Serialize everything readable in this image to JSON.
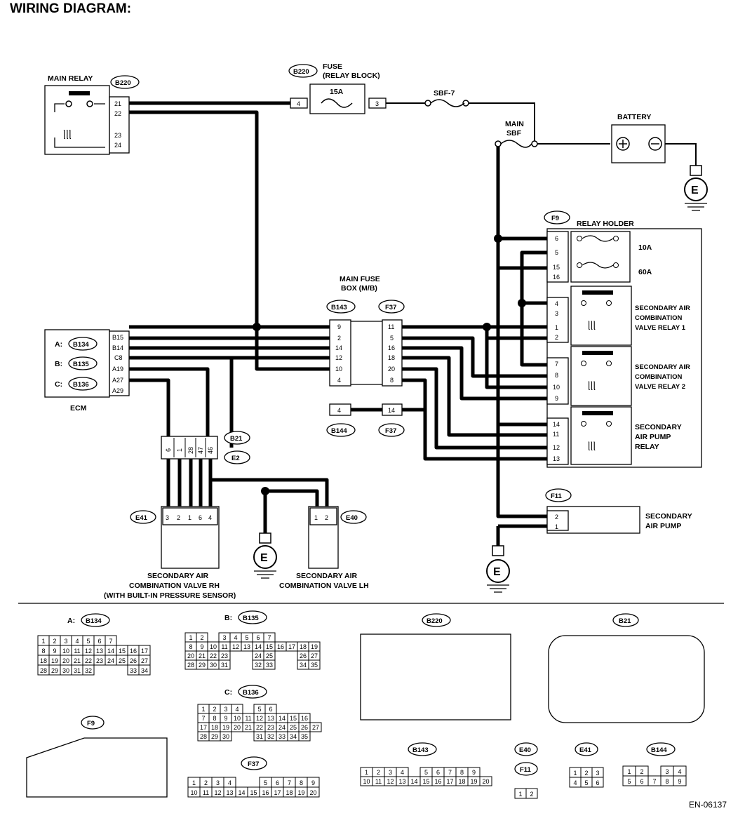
{
  "title": "WIRING DIAGRAM:",
  "doc_code": "EN-06137",
  "components": {
    "main_relay": "MAIN RELAY",
    "fuse_title": "FUSE",
    "fuse_sub": "(RELAY BLOCK)",
    "fuse_rating": "15A",
    "sbf7": "SBF-7",
    "main_sbf_1": "MAIN",
    "main_sbf_2": "SBF",
    "battery": "BATTERY",
    "relay_holder": "RELAY HOLDER",
    "fuse_10a": "10A",
    "fuse_60a": "60A",
    "relay1_l1": "SECONDARY AIR",
    "relay1_l2": "COMBINATION",
    "relay1_l3": "VALVE RELAY 1",
    "relay2_l1": "SECONDARY AIR",
    "relay2_l2": "COMBINATION",
    "relay2_l3": "VALVE RELAY 2",
    "pump_relay_l1": "SECONDARY",
    "pump_relay_l2": "AIR PUMP",
    "pump_relay_l3": "RELAY",
    "pump_l1": "SECONDARY",
    "pump_l2": "AIR PUMP",
    "fusebox_l1": "MAIN FUSE",
    "fusebox_l2": "BOX (M/B)",
    "ecm": "ECM",
    "valve_rh_l1": "SECONDARY AIR",
    "valve_rh_l2": "COMBINATION VALVE RH",
    "valve_rh_l3": "(WITH BUILT-IN PRESSURE SENSOR)",
    "valve_lh_l1": "SECONDARY AIR",
    "valve_lh_l2": "COMBINATION VALVE LH",
    "ground": "E"
  },
  "connectors": {
    "b220": "B220",
    "b143": "B143",
    "b144": "B144",
    "f37": "F37",
    "f9": "F9",
    "f11": "F11",
    "b21": "B21",
    "e2": "E2",
    "e40": "E40",
    "e41": "E41",
    "b134": "B134",
    "b135": "B135",
    "b136": "B136",
    "prefix_a": "A:",
    "prefix_b": "B:",
    "prefix_c": "C:"
  },
  "pins": {
    "main_relay": [
      "21",
      "22",
      "23",
      "24"
    ],
    "fuse_left": "4",
    "fuse_right": "3",
    "ecm": [
      "B15",
      "B14",
      "C8",
      "A19",
      "A27",
      "A29"
    ],
    "b143": [
      "9",
      "2",
      "14",
      "12",
      "10",
      "4"
    ],
    "f37": [
      "11",
      "5",
      "16",
      "18",
      "20",
      "8"
    ],
    "b144": "4",
    "f37b": "14",
    "f9": [
      "6",
      "5",
      "15",
      "16",
      "4",
      "3",
      "1",
      "2",
      "7",
      "8",
      "10",
      "9",
      "14",
      "11",
      "12",
      "13"
    ],
    "f11": [
      "2",
      "1"
    ],
    "b21": [
      "6",
      "1",
      "28",
      "47",
      "46"
    ],
    "e41": [
      "3",
      "2",
      "1",
      "6",
      "4"
    ],
    "e40": [
      "1",
      "2"
    ]
  },
  "face_views": {
    "b134": [
      [
        "1",
        "2",
        "3",
        "4",
        "5",
        "6",
        "7"
      ],
      [
        "8",
        "9",
        "10",
        "11",
        "12",
        "13",
        "14",
        "15",
        "16",
        "17"
      ],
      [
        "18",
        "19",
        "20",
        "21",
        "22",
        "23",
        "24",
        "25",
        "26",
        "27"
      ],
      [
        "28",
        "29",
        "30",
        "31",
        "32",
        "",
        "",
        "",
        "33",
        "34"
      ]
    ],
    "b135": [
      [
        "1",
        "2",
        "",
        "3",
        "4",
        "5",
        "6",
        "7"
      ],
      [
        "8",
        "9",
        "10",
        "11",
        "12",
        "13",
        "14",
        "15",
        "16",
        "17",
        "18",
        "19"
      ],
      [
        "20",
        "21",
        "22",
        "23",
        "",
        "",
        "24",
        "25",
        "",
        "",
        "26",
        "27"
      ],
      [
        "28",
        "29",
        "30",
        "31",
        "",
        "",
        "32",
        "33",
        "",
        "",
        "34",
        "35"
      ]
    ],
    "b136": [
      [
        "1",
        "2",
        "3",
        "4",
        "",
        "5",
        "6"
      ],
      [
        "7",
        "8",
        "9",
        "10",
        "11",
        "12",
        "13",
        "14",
        "15",
        "16"
      ],
      [
        "17",
        "18",
        "19",
        "20",
        "21",
        "22",
        "23",
        "24",
        "25",
        "26",
        "27"
      ],
      [
        "28",
        "29",
        "30",
        "",
        "",
        "31",
        "32",
        "33",
        "34",
        "35"
      ]
    ],
    "f37": [
      [
        "1",
        "2",
        "3",
        "4",
        "",
        "",
        "5",
        "6",
        "7",
        "8",
        "9"
      ],
      [
        "10",
        "11",
        "12",
        "13",
        "14",
        "15",
        "16",
        "17",
        "18",
        "19",
        "20"
      ]
    ],
    "b143": [
      [
        "1",
        "2",
        "3",
        "4",
        "",
        "5",
        "6",
        "7",
        "8",
        "9"
      ],
      [
        "10",
        "11",
        "12",
        "13",
        "14",
        "15",
        "16",
        "17",
        "18",
        "19",
        "20"
      ]
    ],
    "e40": [
      "1",
      "2"
    ],
    "e41": [
      [
        "1",
        "2",
        "3"
      ],
      [
        "4",
        "5",
        "6"
      ]
    ],
    "b144": [
      [
        "1",
        "2",
        "",
        "3",
        "4"
      ],
      [
        "5",
        "6",
        "7",
        "8",
        "9"
      ]
    ],
    "f11": [
      "1",
      "2"
    ]
  }
}
